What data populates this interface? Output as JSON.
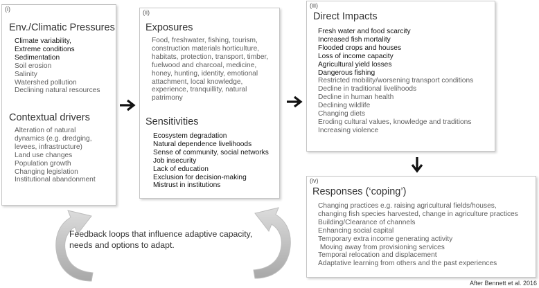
{
  "box1": {
    "roman": "(i)",
    "heading1": "Env./Climatic Pressures",
    "pressures_strong": [
      "Climate variability,",
      "Extreme conditions",
      "Sedimentation"
    ],
    "pressures_light": [
      "Soil erosion",
      "Salinity",
      "Watershed pollution",
      "Declining natural resources"
    ],
    "heading2": "Contextual drivers",
    "drivers": [
      "Alteration of natural",
      "dynamics (e.g. dredging,",
      "levees, infrastructure)",
      "Land use changes",
      "Population growth",
      "Changing legislation",
      "Institutional abandonment"
    ]
  },
  "box2": {
    "roman": "(ii)",
    "heading1": "Exposures",
    "exposures_lines": [
      "Food, freshwater, fishing, tourism,",
      "construction materials horticulture,",
      "habitats, protection, transport, timber,",
      "fuelwood and charcoal, medicine,",
      "honey, hunting, identity, emotional",
      "attachment, local knowledge,",
      "experience, tranquillity, natural",
      "patrimony"
    ],
    "heading2": "Sensitivities",
    "sensitivities": [
      "Ecosystem degradation",
      "Natural dependence livelihoods",
      "Sense of community, social networks",
      "Job insecurity",
      "Lack of education",
      "Exclusion for decision-making",
      "Mistrust in institutions"
    ]
  },
  "box3": {
    "roman": "(iii)",
    "heading": "Direct Impacts",
    "impacts_strong": [
      "Fresh water and food scarcity",
      "Increased fish mortality",
      "Flooded crops and houses",
      "Loss of income capacity",
      "Agricultural yield losses",
      "Dangerous fishing"
    ],
    "impacts_light": [
      "Restricted mobility/worsening transport conditions",
      "Decline in traditional livelihoods",
      "Decline in human health",
      "Declining wildlife",
      "Changing diets",
      "Eroding cultural values, knowledge and traditions",
      "Increasing violence"
    ]
  },
  "box4": {
    "roman": "(iv)",
    "heading": "Responses (‘coping’)",
    "responses": [
      "Changing practices e.g. raising agricultural fields/houses,",
      "changing fish species harvested, change in agriculture practices",
      "Building/Clearance of channels",
      "Enhancing social capital",
      "Temporary extra income generating activity",
      " Moving away from provisioning services",
      "Temporal relocation and displacement",
      "Adaptative learning from others and the past experiences"
    ]
  },
  "feedback": {
    "line1": "Feedback loops that influence adaptive capacity,",
    "line2": "needs and options to adapt."
  },
  "citation": "After Bennett et al. 2016"
}
